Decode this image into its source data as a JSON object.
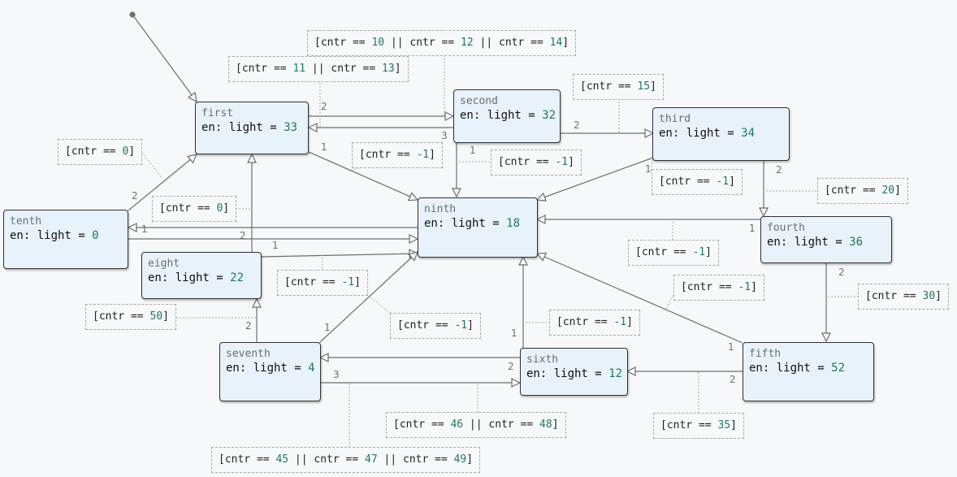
{
  "states": {
    "first": {
      "name": "first",
      "action": "en: light = ",
      "value": "33"
    },
    "second": {
      "name": "second",
      "action": "en: light = ",
      "value": "32"
    },
    "third": {
      "name": "third",
      "action": "en: light = ",
      "value": "34"
    },
    "fourth": {
      "name": "fourth",
      "action": "en: light = ",
      "value": "36"
    },
    "fifth": {
      "name": "fifth",
      "action": "en: light = ",
      "value": "52"
    },
    "sixth": {
      "name": "sixth",
      "action": "en: light = ",
      "value": "12"
    },
    "seventh": {
      "name": "seventh",
      "action": "en: light = ",
      "value": "4"
    },
    "eight": {
      "name": "eight",
      "action": "en: light = ",
      "value": "22"
    },
    "ninth": {
      "name": "ninth",
      "action": "en: light = ",
      "value": "18"
    },
    "tenth": {
      "name": "tenth",
      "action": "en: light = ",
      "value": "0"
    }
  },
  "guards": {
    "g10_12_14": {
      "p1": "[cntr == ",
      "n1": "10",
      "p2": " || cntr == ",
      "n2": "12",
      "p3": " || cntr == ",
      "n3": "14",
      "p4": "]"
    },
    "g11_13": {
      "p1": "[cntr == ",
      "n1": "11",
      "p2": " || cntr == ",
      "n2": "13",
      "p3": "]"
    },
    "g15": {
      "p1": "[cntr == ",
      "n1": "15",
      "p2": "]"
    },
    "g0_tenth": {
      "p1": "[cntr == ",
      "n1": "0",
      "p2": "]"
    },
    "g_m1_first": {
      "p1": "[cntr == ",
      "n1": "-1",
      "p2": "]"
    },
    "g_m1_second": {
      "p1": "[cntr == ",
      "n1": "-1",
      "p2": "]"
    },
    "g_m1_third": {
      "p1": "[cntr == ",
      "n1": "-1",
      "p2": "]"
    },
    "g20": {
      "p1": "[cntr == ",
      "n1": "20",
      "p2": "]"
    },
    "g0_eight": {
      "p1": "[cntr == ",
      "n1": "0",
      "p2": "]"
    },
    "g_m1_fourth": {
      "p1": "[cntr == ",
      "n1": "-1",
      "p2": "]"
    },
    "g_m1_eight": {
      "p1": "[cntr == ",
      "n1": "-1",
      "p2": "]"
    },
    "g_m1_fifth": {
      "p1": "[cntr == ",
      "n1": "-1",
      "p2": "]"
    },
    "g30": {
      "p1": "[cntr == ",
      "n1": "30",
      "p2": "]"
    },
    "g50": {
      "p1": "[cntr == ",
      "n1": "50",
      "p2": "]"
    },
    "g_m1_seventh": {
      "p1": "[cntr == ",
      "n1": "-1",
      "p2": "]"
    },
    "g_m1_sixth": {
      "p1": "[cntr == ",
      "n1": "-1",
      "p2": "]"
    },
    "g46_48": {
      "p1": "[cntr == ",
      "n1": "46",
      "p2": " || cntr == ",
      "n2": "48",
      "p3": "]"
    },
    "g35": {
      "p1": "[cntr == ",
      "n1": "35",
      "p2": "]"
    },
    "g45_47_49": {
      "p1": "[cntr == ",
      "n1": "45",
      "p2": " || cntr == ",
      "n2": "47",
      "p3": " || cntr == ",
      "n3": "49",
      "p4": "]"
    }
  },
  "priorities": {
    "first_second": "2",
    "second_first": "3",
    "first_ninth": "1",
    "second_ninth": "1",
    "second_third": "2",
    "third_ninth": "1",
    "third_fourth": "2",
    "fourth_ninth": "1",
    "fourth_fifth": "2",
    "tenth_first": "2",
    "tenth_ninth": "2",
    "ninth_tenth": "1",
    "eight_ninth": "1",
    "seventh_eight": "2",
    "seventh_ninth": "1",
    "seventh_sixth": "3",
    "sixth_seventh": "2",
    "sixth_ninth": "1",
    "fifth_ninth": "1",
    "fifth_sixth": "2"
  }
}
